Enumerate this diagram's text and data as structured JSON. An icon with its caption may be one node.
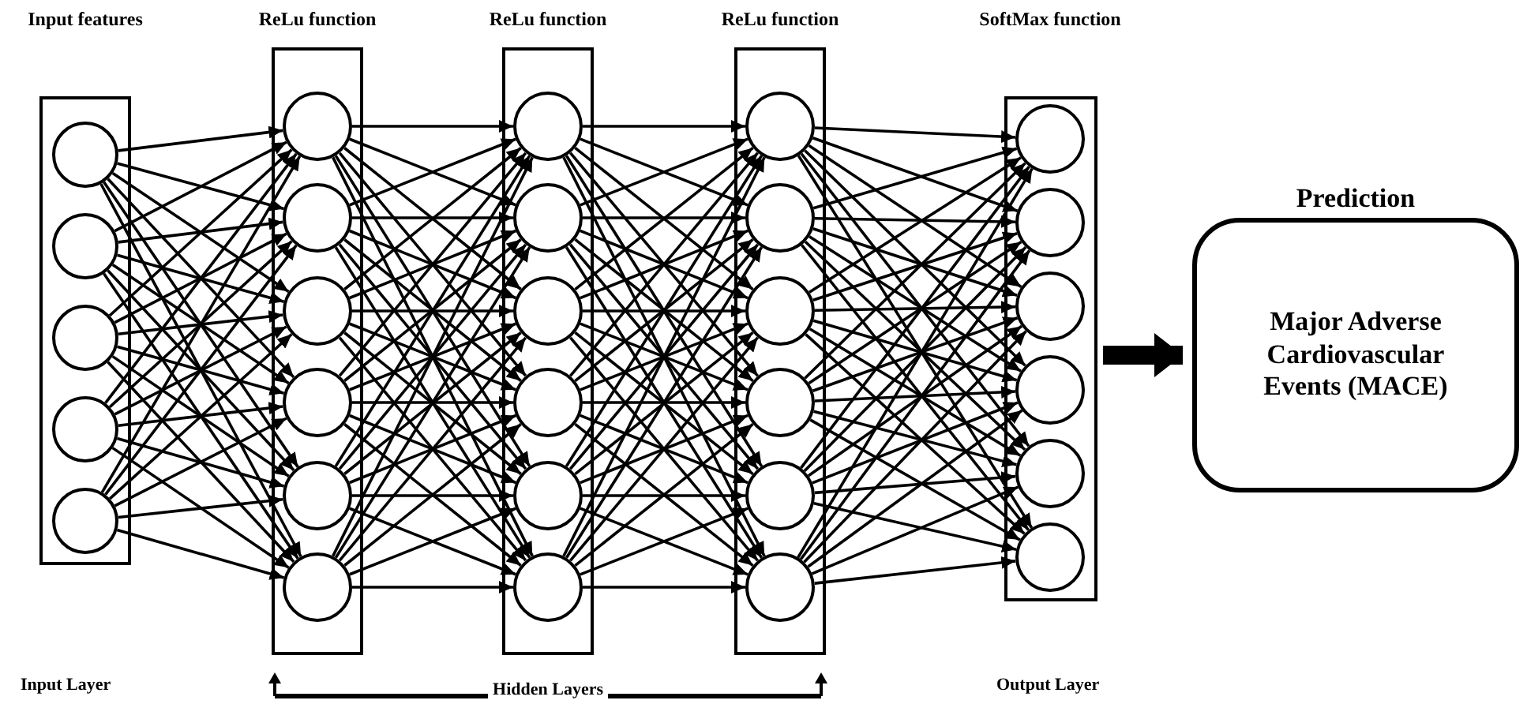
{
  "diagram": {
    "nodes": [
      {
        "text": [
          "Input features"
        ]
      },
      {
        "text": [],
        "shape": "circle",
        "in": 0
      },
      {
        "text": [],
        "shape": "circle",
        "in": 0
      },
      {
        "text": [],
        "shape": "circle",
        "in": 0
      },
      {
        "text": [],
        "shape": "circle",
        "in": 0
      },
      {
        "text": [],
        "shape": "circle",
        "in": 0
      },
      {
        "text": [
          "ReLu function"
        ]
      },
      {
        "text": [],
        "shape": "circle",
        "in": 6
      },
      {
        "text": [],
        "shape": "circle",
        "in": 6
      },
      {
        "text": [],
        "shape": "circle",
        "in": 6
      },
      {
        "text": [],
        "shape": "circle",
        "in": 6
      },
      {
        "text": [],
        "shape": "circle",
        "in": 6
      },
      {
        "text": [],
        "shape": "circle",
        "in": 6
      },
      {
        "text": [
          "ReLu function"
        ]
      },
      {
        "text": [],
        "shape": "circle",
        "in": 13
      },
      {
        "text": [],
        "shape": "circle",
        "in": 13
      },
      {
        "text": [],
        "shape": "circle",
        "in": 13
      },
      {
        "text": [],
        "shape": "circle",
        "in": 13
      },
      {
        "text": [],
        "shape": "circle",
        "in": 13
      },
      {
        "text": [],
        "shape": "circle",
        "in": 13
      },
      {
        "text": [
          "ReLu function"
        ]
      },
      {
        "text": [],
        "shape": "circle",
        "in": 20
      },
      {
        "text": [],
        "shape": "circle",
        "in": 20
      },
      {
        "text": [],
        "shape": "circle",
        "in": 20
      },
      {
        "text": [],
        "shape": "circle",
        "in": 20
      },
      {
        "text": [],
        "shape": "circle",
        "in": 20
      },
      {
        "text": [],
        "shape": "circle",
        "in": 20
      },
      {
        "text": [
          "SoftMax function"
        ]
      },
      {
        "text": [],
        "shape": "circle",
        "in": 27
      },
      {
        "text": [],
        "shape": "circle",
        "in": 27
      },
      {
        "text": [],
        "shape": "circle",
        "in": 27
      },
      {
        "text": [],
        "shape": "circle",
        "in": 27
      },
      {
        "text": [],
        "shape": "circle",
        "in": 27
      },
      {
        "text": [],
        "shape": "circle",
        "in": 27
      },
      {
        "text": [
          "Prediction",
          "Major Adverse Cardiovascular Events (MACE)"
        ]
      }
    ],
    "edges": [
      {
        "from": 1,
        "to": 7,
        "arrow": "to"
      },
      {
        "from": 1,
        "to": 8,
        "arrow": "to"
      },
      {
        "from": 1,
        "to": 9,
        "arrow": "to"
      },
      {
        "from": 1,
        "to": 10,
        "arrow": "to"
      },
      {
        "from": 1,
        "to": 11,
        "arrow": "to"
      },
      {
        "from": 1,
        "to": 12,
        "arrow": "to"
      },
      {
        "from": 2,
        "to": 7,
        "arrow": "to"
      },
      {
        "from": 2,
        "to": 8,
        "arrow": "to"
      },
      {
        "from": 2,
        "to": 9,
        "arrow": "to"
      },
      {
        "from": 2,
        "to": 10,
        "arrow": "to"
      },
      {
        "from": 2,
        "to": 11,
        "arrow": "to"
      },
      {
        "from": 2,
        "to": 12,
        "arrow": "to"
      },
      {
        "from": 3,
        "to": 7,
        "arrow": "to"
      },
      {
        "from": 3,
        "to": 8,
        "arrow": "to"
      },
      {
        "from": 3,
        "to": 9,
        "arrow": "to"
      },
      {
        "from": 3,
        "to": 10,
        "arrow": "to"
      },
      {
        "from": 3,
        "to": 11,
        "arrow": "to"
      },
      {
        "from": 3,
        "to": 12,
        "arrow": "to"
      },
      {
        "from": 4,
        "to": 7,
        "arrow": "to"
      },
      {
        "from": 4,
        "to": 8,
        "arrow": "to"
      },
      {
        "from": 4,
        "to": 9,
        "arrow": "to"
      },
      {
        "from": 4,
        "to": 10,
        "arrow": "to"
      },
      {
        "from": 4,
        "to": 11,
        "arrow": "to"
      },
      {
        "from": 4,
        "to": 12,
        "arrow": "to"
      },
      {
        "from": 5,
        "to": 7,
        "arrow": "to"
      },
      {
        "from": 5,
        "to": 8,
        "arrow": "to"
      },
      {
        "from": 5,
        "to": 9,
        "arrow": "to"
      },
      {
        "from": 5,
        "to": 10,
        "arrow": "to"
      },
      {
        "from": 5,
        "to": 11,
        "arrow": "to"
      },
      {
        "from": 5,
        "to": 12,
        "arrow": "to"
      },
      {
        "from": 7,
        "to": 14,
        "arrow": "to"
      },
      {
        "from": 7,
        "to": 15,
        "arrow": "to"
      },
      {
        "from": 7,
        "to": 16,
        "arrow": "to"
      },
      {
        "from": 7,
        "to": 17,
        "arrow": "to"
      },
      {
        "from": 7,
        "to": 18,
        "arrow": "to"
      },
      {
        "from": 7,
        "to": 19,
        "arrow": "to"
      },
      {
        "from": 8,
        "to": 14,
        "arrow": "to"
      },
      {
        "from": 8,
        "to": 15,
        "arrow": "to"
      },
      {
        "from": 8,
        "to": 16,
        "arrow": "to"
      },
      {
        "from": 8,
        "to": 17,
        "arrow": "to"
      },
      {
        "from": 8,
        "to": 18,
        "arrow": "to"
      },
      {
        "from": 8,
        "to": 19,
        "arrow": "to"
      },
      {
        "from": 9,
        "to": 14,
        "arrow": "to"
      },
      {
        "from": 9,
        "to": 15,
        "arrow": "to"
      },
      {
        "from": 9,
        "to": 16,
        "arrow": "to"
      },
      {
        "from": 9,
        "to": 17,
        "arrow": "to"
      },
      {
        "from": 9,
        "to": 18,
        "arrow": "to"
      },
      {
        "from": 9,
        "to": 19,
        "arrow": "to"
      },
      {
        "from": 10,
        "to": 14,
        "arrow": "to"
      },
      {
        "from": 10,
        "to": 15,
        "arrow": "to"
      },
      {
        "from": 10,
        "to": 16,
        "arrow": "to"
      },
      {
        "from": 10,
        "to": 17,
        "arrow": "to"
      },
      {
        "from": 10,
        "to": 18,
        "arrow": "to"
      },
      {
        "from": 10,
        "to": 19,
        "arrow": "to"
      },
      {
        "from": 11,
        "to": 14,
        "arrow": "to"
      },
      {
        "from": 11,
        "to": 15,
        "arrow": "to"
      },
      {
        "from": 11,
        "to": 16,
        "arrow": "to"
      },
      {
        "from": 11,
        "to": 17,
        "arrow": "to"
      },
      {
        "from": 11,
        "to": 18,
        "arrow": "to"
      },
      {
        "from": 11,
        "to": 19,
        "arrow": "to"
      },
      {
        "from": 12,
        "to": 14,
        "arrow": "to"
      },
      {
        "from": 12,
        "to": 15,
        "arrow": "to"
      },
      {
        "from": 12,
        "to": 16,
        "arrow": "to"
      },
      {
        "from": 12,
        "to": 17,
        "arrow": "to"
      },
      {
        "from": 12,
        "to": 18,
        "arrow": "to"
      },
      {
        "from": 12,
        "to": 19,
        "arrow": "to"
      },
      {
        "from": 14,
        "to": 21,
        "arrow": "to"
      },
      {
        "from": 14,
        "to": 22,
        "arrow": "to"
      },
      {
        "from": 14,
        "to": 23,
        "arrow": "to"
      },
      {
        "from": 14,
        "to": 24,
        "arrow": "to"
      },
      {
        "from": 14,
        "to": 25,
        "arrow": "to"
      },
      {
        "from": 14,
        "to": 26,
        "arrow": "to"
      },
      {
        "from": 15,
        "to": 21,
        "arrow": "to"
      },
      {
        "from": 15,
        "to": 22,
        "arrow": "to"
      },
      {
        "from": 15,
        "to": 23,
        "arrow": "to"
      },
      {
        "from": 15,
        "to": 24,
        "arrow": "to"
      },
      {
        "from": 15,
        "to": 25,
        "arrow": "to"
      },
      {
        "from": 15,
        "to": 26,
        "arrow": "to"
      },
      {
        "from": 16,
        "to": 21,
        "arrow": "to"
      },
      {
        "from": 16,
        "to": 22,
        "arrow": "to"
      },
      {
        "from": 16,
        "to": 23,
        "arrow": "to"
      },
      {
        "from": 16,
        "to": 24,
        "arrow": "to"
      },
      {
        "from": 16,
        "to": 25,
        "arrow": "to"
      },
      {
        "from": 16,
        "to": 26,
        "arrow": "to"
      },
      {
        "from": 17,
        "to": 21,
        "arrow": "to"
      },
      {
        "from": 17,
        "to": 22,
        "arrow": "to"
      },
      {
        "from": 17,
        "to": 23,
        "arrow": "to"
      },
      {
        "from": 17,
        "to": 24,
        "arrow": "to"
      },
      {
        "from": 17,
        "to": 25,
        "arrow": "to"
      },
      {
        "from": 17,
        "to": 26,
        "arrow": "to"
      },
      {
        "from": 18,
        "to": 21,
        "arrow": "to"
      },
      {
        "from": 18,
        "to": 22,
        "arrow": "to"
      },
      {
        "from": 18,
        "to": 23,
        "arrow": "to"
      },
      {
        "from": 18,
        "to": 24,
        "arrow": "to"
      },
      {
        "from": 18,
        "to": 25,
        "arrow": "to"
      },
      {
        "from": 18,
        "to": 26,
        "arrow": "to"
      },
      {
        "from": 19,
        "to": 21,
        "arrow": "to"
      },
      {
        "from": 19,
        "to": 22,
        "arrow": "to"
      },
      {
        "from": 19,
        "to": 23,
        "arrow": "to"
      },
      {
        "from": 19,
        "to": 24,
        "arrow": "to"
      },
      {
        "from": 19,
        "to": 25,
        "arrow": "to"
      },
      {
        "from": 19,
        "to": 26,
        "arrow": "to"
      },
      {
        "from": 21,
        "to": 28,
        "arrow": "to"
      },
      {
        "from": 21,
        "to": 29,
        "arrow": "to"
      },
      {
        "from": 21,
        "to": 30,
        "arrow": "to"
      },
      {
        "from": 21,
        "to": 31,
        "arrow": "to"
      },
      {
        "from": 21,
        "to": 32,
        "arrow": "to"
      },
      {
        "from": 21,
        "to": 33,
        "arrow": "to"
      },
      {
        "from": 22,
        "to": 28,
        "arrow": "to"
      },
      {
        "from": 22,
        "to": 29,
        "arrow": "to"
      },
      {
        "from": 22,
        "to": 30,
        "arrow": "to"
      },
      {
        "from": 22,
        "to": 31,
        "arrow": "to"
      },
      {
        "from": 22,
        "to": 32,
        "arrow": "to"
      },
      {
        "from": 22,
        "to": 33,
        "arrow": "to"
      },
      {
        "from": 23,
        "to": 28,
        "arrow": "to"
      },
      {
        "from": 23,
        "to": 29,
        "arrow": "to"
      },
      {
        "from": 23,
        "to": 30,
        "arrow": "to"
      },
      {
        "from": 23,
        "to": 31,
        "arrow": "to"
      },
      {
        "from": 23,
        "to": 32,
        "arrow": "to"
      },
      {
        "from": 23,
        "to": 33,
        "arrow": "to"
      },
      {
        "from": 24,
        "to": 28,
        "arrow": "to"
      },
      {
        "from": 24,
        "to": 29,
        "arrow": "to"
      },
      {
        "from": 24,
        "to": 30,
        "arrow": "to"
      },
      {
        "from": 24,
        "to": 31,
        "arrow": "to"
      },
      {
        "from": 24,
        "to": 32,
        "arrow": "to"
      },
      {
        "from": 24,
        "to": 33,
        "arrow": "to"
      },
      {
        "from": 25,
        "to": 28,
        "arrow": "to"
      },
      {
        "from": 25,
        "to": 29,
        "arrow": "to"
      },
      {
        "from": 25,
        "to": 30,
        "arrow": "to"
      },
      {
        "from": 25,
        "to": 31,
        "arrow": "to"
      },
      {
        "from": 25,
        "to": 32,
        "arrow": "to"
      },
      {
        "from": 25,
        "to": 33,
        "arrow": "to"
      },
      {
        "from": 26,
        "to": 28,
        "arrow": "to"
      },
      {
        "from": 26,
        "to": 29,
        "arrow": "to"
      },
      {
        "from": 26,
        "to": 30,
        "arrow": "to"
      },
      {
        "from": 26,
        "to": 31,
        "arrow": "to"
      },
      {
        "from": 26,
        "to": 32,
        "arrow": "to"
      },
      {
        "from": 26,
        "to": 33,
        "arrow": "to"
      },
      {
        "from": 27,
        "to": 34,
        "arrow": "to",
        "style": "thick"
      }
    ],
    "labels": [
      "Input Layer",
      "Hidden Layers",
      "Output Layer"
    ]
  }
}
